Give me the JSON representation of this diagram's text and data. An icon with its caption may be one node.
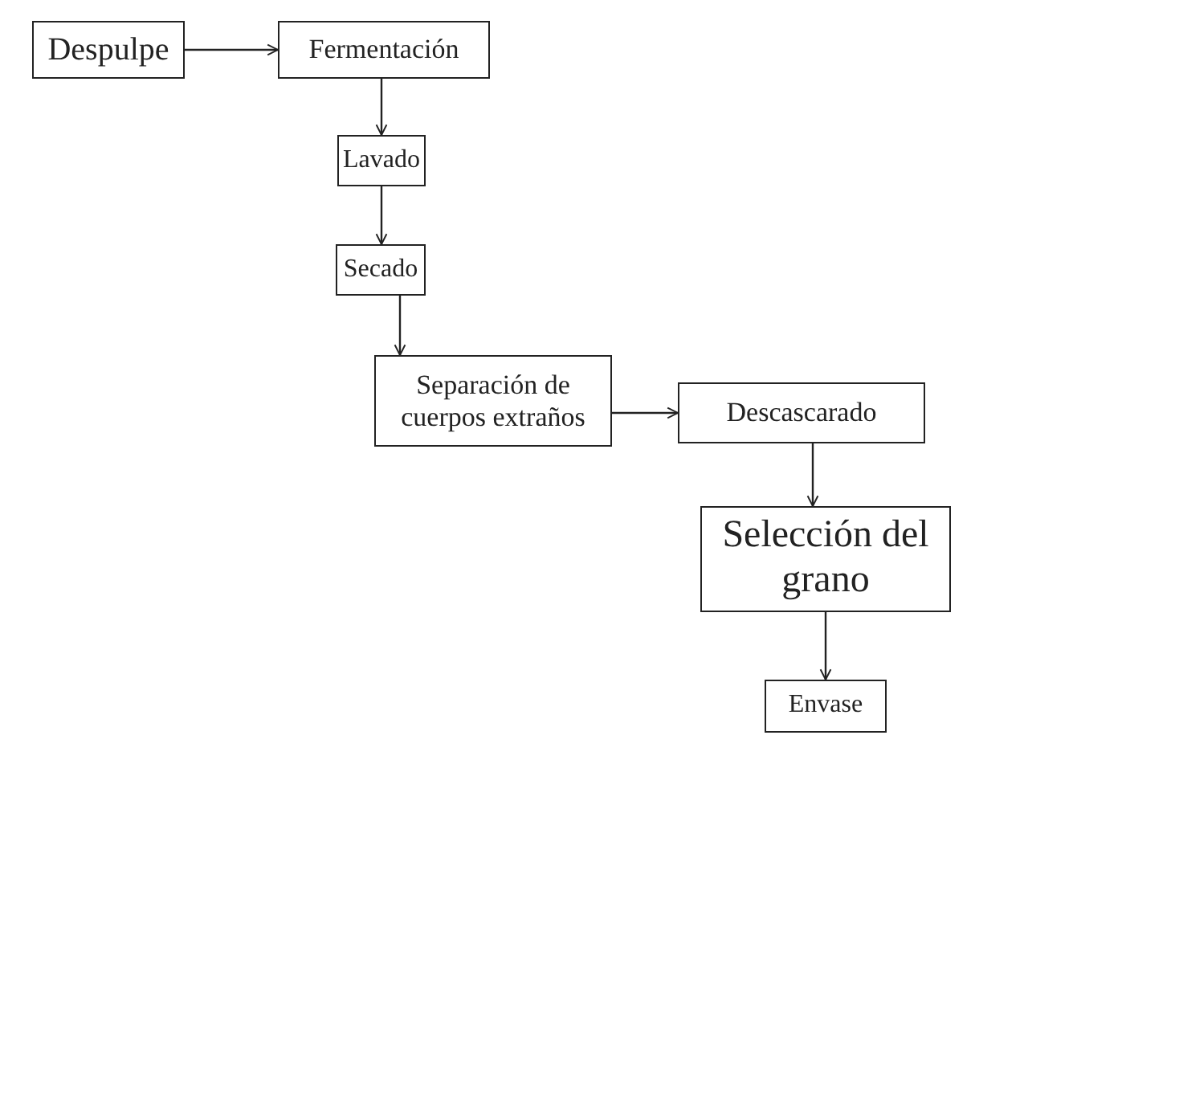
{
  "diagram": {
    "nodes": [
      {
        "text": [
          "Despulpe"
        ]
      },
      {
        "text": [
          "Fermentación"
        ]
      },
      {
        "text": [
          "Lavado"
        ]
      },
      {
        "text": [
          "Secado"
        ]
      },
      {
        "text": [
          "Separación de cuerpos extraños"
        ]
      },
      {
        "text": [
          "Descascarado"
        ]
      },
      {
        "text": [
          "Selección del grano"
        ]
      },
      {
        "text": [
          "Envase"
        ]
      }
    ],
    "edges": [
      {
        "from": 0,
        "to": 1,
        "arrow": "to"
      },
      {
        "from": 1,
        "to": 2,
        "arrow": "to"
      },
      {
        "from": 2,
        "to": 3,
        "arrow": "to"
      },
      {
        "from": 3,
        "to": 4,
        "arrow": "to"
      },
      {
        "from": 4,
        "to": 5,
        "arrow": "to"
      },
      {
        "from": 5,
        "to": 6,
        "arrow": "to"
      },
      {
        "from": 6,
        "to": 7,
        "arrow": "to"
      }
    ]
  }
}
